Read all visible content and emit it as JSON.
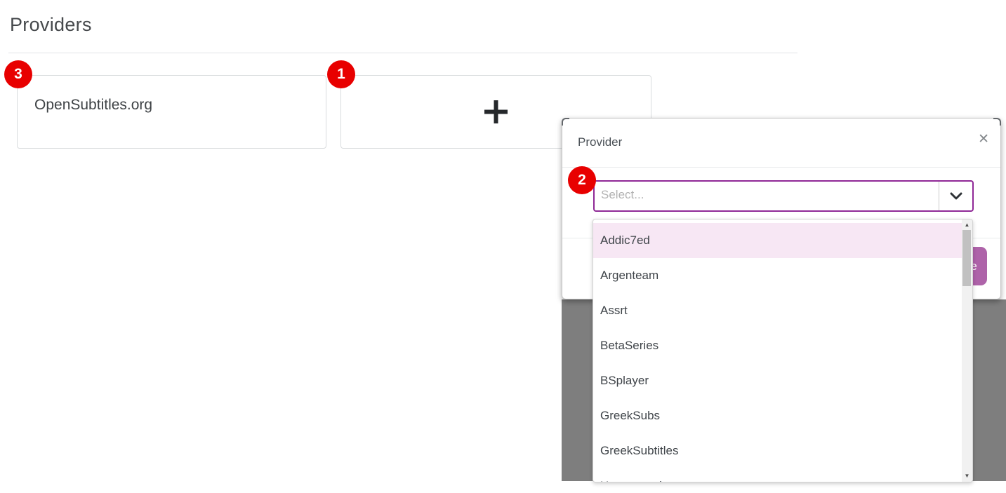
{
  "page": {
    "heading": "Providers",
    "provider_card_label": "OpenSubtitles.org"
  },
  "annotations": {
    "badge_color": "#e80000",
    "badges": [
      {
        "label": "3",
        "target": "opensubtitles-provider-card"
      },
      {
        "label": "1",
        "target": "add-provider-card"
      },
      {
        "label": "2",
        "target": "provider-select"
      }
    ]
  },
  "modal": {
    "title": "Provider",
    "select_placeholder": "Select...",
    "save_button_label": "Save",
    "highlighted_option": "Addic7ed",
    "dropdown_options": [
      "Addic7ed",
      "Argenteam",
      "Assrt",
      "BetaSeries",
      "BSplayer",
      "GreekSubs",
      "GreekSubtitles",
      "Hosszupuska"
    ]
  },
  "icons": {
    "add": "plus-icon",
    "close_glyph": "✕",
    "dropdown_indicator": "chevron-down-icon",
    "scroll_up_glyph": "▲",
    "scroll_down_glyph": "▼"
  },
  "colors": {
    "accent_purple": "#8f2896",
    "save_button": "#ae63a9",
    "option_highlight": "#f7e7f4",
    "overlay": "#7e7e7e",
    "badge_red": "#e80000"
  }
}
